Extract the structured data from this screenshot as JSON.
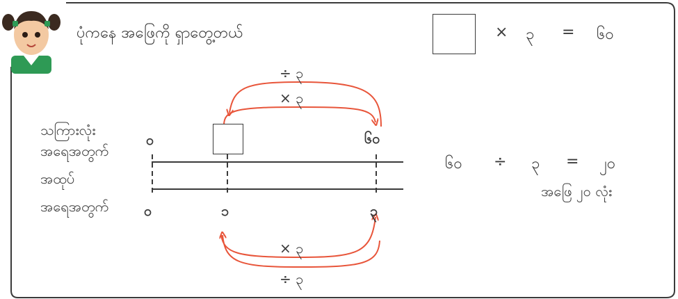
{
  "speech": {
    "text": "ပုံကနေ အဖြေကို ရှာတွေ့တယ်"
  },
  "equation_top": {
    "op": "×",
    "multiplier": "၃",
    "eq": "=",
    "result": "၆၀"
  },
  "diagram": {
    "row_label_top": [
      "သကြားလုံး",
      "အရေအတွက်"
    ],
    "row_label_bottom": [
      "အထုပ်",
      "အရေအတွက်"
    ],
    "top_zero": "၀",
    "top_value": "၆၀",
    "bottom_zero": "၀",
    "bottom_one": "၁",
    "bottom_three": "၃",
    "arrow_top_outer": "÷ ၃",
    "arrow_top_inner": "× ၃",
    "arrow_bottom_inner": "× ၃",
    "arrow_bottom_outer": "÷ ၃"
  },
  "equation_right": {
    "left": "၆၀",
    "op": "÷",
    "divisor": "၃",
    "eq": "=",
    "result": "၂၀"
  },
  "answer": {
    "prefix": "အဖြေ",
    "value": "၂၀",
    "unit": "လုံး"
  },
  "colors": {
    "arrow": "#e8553a",
    "line": "#3a3a3a",
    "frame": "#3a3a3a"
  }
}
